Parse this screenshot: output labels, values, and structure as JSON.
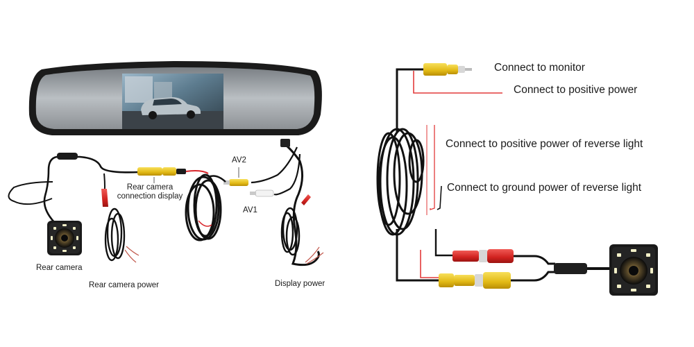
{
  "left_panel": {
    "labels": {
      "rear_camera": "Rear camera",
      "rear_camera_power": "Rear camera power",
      "rear_camera_connection_display_line1": "Rear camera",
      "rear_camera_connection_display_line2": "connection display",
      "av2": "AV2",
      "av1": "AV1",
      "display_power": "Display power"
    }
  },
  "right_panel": {
    "labels": {
      "connect_monitor": "Connect to monitor",
      "connect_positive": "Connect to  positive power",
      "connect_reverse_positive": "Connect to positive power of reverse light",
      "connect_reverse_ground": "Connect to ground power of reverse light"
    }
  },
  "colors": {
    "cable_black": "#111111",
    "rca_yellow": "#e8c21a",
    "rca_red": "#d8262b",
    "wire_red": "#e23a3a",
    "mirror_frame": "#1b1b1b"
  }
}
